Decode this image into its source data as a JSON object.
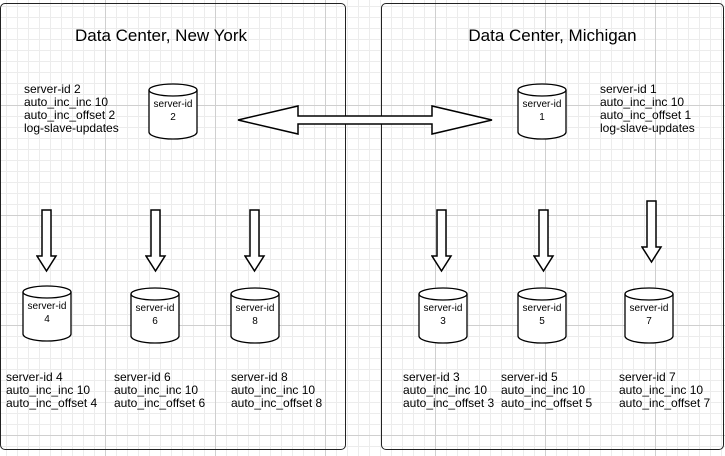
{
  "datacenters": [
    {
      "title": "Data Center,  New York"
    },
    {
      "title": "Data Center, Michigan"
    }
  ],
  "servers": [
    {
      "label": "server-id",
      "id": "2",
      "info": [
        "server-id 2",
        "auto_inc_inc 10",
        "auto_inc_offset 2",
        "log-slave-updates"
      ]
    },
    {
      "label": "server-id",
      "id": "1",
      "info": [
        "server-id 1",
        "auto_inc_inc 10",
        "auto_inc_offset 1",
        "log-slave-updates"
      ]
    },
    {
      "label": "server-id",
      "id": "4",
      "info": [
        "server-id 4",
        "auto_inc_inc 10",
        "auto_inc_offset 4"
      ]
    },
    {
      "label": "server-id",
      "id": "6",
      "info": [
        "server-id 6",
        "auto_inc_inc 10",
        "auto_inc_offset 6"
      ]
    },
    {
      "label": "server-id",
      "id": "8",
      "info": [
        "server-id 8",
        "auto_inc_inc 10",
        "auto_inc_offset 8"
      ]
    },
    {
      "label": "server-id",
      "id": "3",
      "info": [
        "server-id 3",
        "auto_inc_inc 10",
        "auto_inc_offset 3"
      ]
    },
    {
      "label": "server-id",
      "id": "5",
      "info": [
        "server-id 5",
        "auto_inc_inc 10",
        "auto_inc_offset 5"
      ]
    },
    {
      "label": "server-id",
      "id": "7",
      "info": [
        "server-id 7",
        "auto_inc_inc 10",
        "auto_inc_offset 7"
      ]
    }
  ]
}
